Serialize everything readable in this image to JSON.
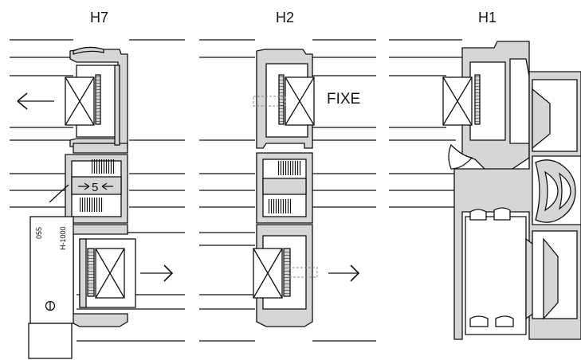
{
  "headers": {
    "h7": "H7",
    "h2": "H2",
    "h1": "H1"
  },
  "labels": {
    "gap": "5",
    "fixed": "FIXE",
    "code_a": "055",
    "code_b": "H-1000"
  },
  "icons": [
    "arrow-left-icon",
    "arrow-right-icon",
    "cross-icon",
    "brush-seal-icon",
    "lock-symbol-icon"
  ]
}
